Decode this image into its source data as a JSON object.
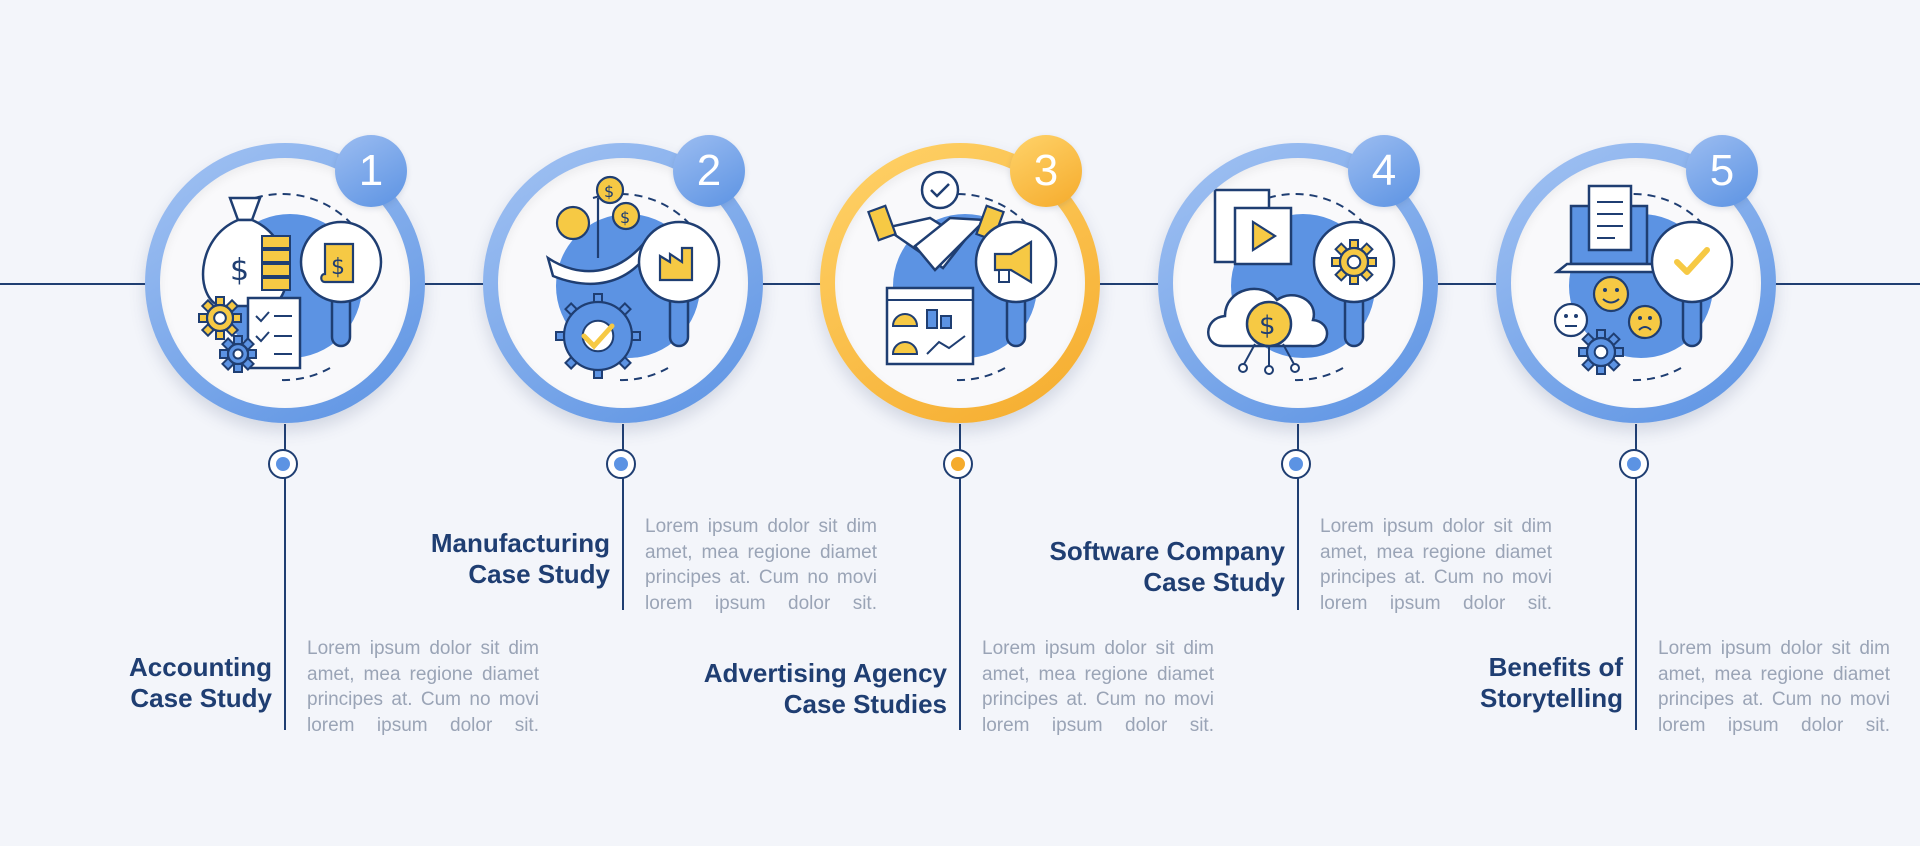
{
  "steps": [
    {
      "number": "1",
      "title_line1": "Accounting",
      "title_line2": "Case Study",
      "desc": [
        "Lorem ipsum dolor sit dim",
        "amet, mea regione diamet",
        "principes at. Cum no movi",
        "lorem ipsum dolor sit."
      ],
      "icon": "money-bag-report-icon"
    },
    {
      "number": "2",
      "title_line1": "Manufacturing",
      "title_line2": "Case Study",
      "desc": [
        "Lorem ipsum dolor sit dim",
        "amet, mea regione diamet",
        "principes at. Cum no movi",
        "lorem ipsum dolor sit."
      ],
      "icon": "money-plant-gear-factory-icon"
    },
    {
      "number": "3",
      "title_line1": "Advertising Agency",
      "title_line2": "Case Studies",
      "desc": [
        "Lorem ipsum dolor sit dim",
        "amet, mea regione diamet",
        "principes at. Cum no movi",
        "lorem ipsum dolor sit."
      ],
      "icon": "handshake-megaphone-dashboard-icon"
    },
    {
      "number": "4",
      "title_line1": "Software Company",
      "title_line2": "Case Study",
      "desc": [
        "Lorem ipsum dolor sit dim",
        "amet, mea regione diamet",
        "principes at. Cum no movi",
        "lorem ipsum dolor sit."
      ],
      "icon": "cloud-document-video-gear-icon"
    },
    {
      "number": "5",
      "title_line1": "Benefits of",
      "title_line2": "Storytelling",
      "desc": [
        "Lorem ipsum dolor sit dim",
        "amet, mea regione diamet",
        "principes at. Cum no movi",
        "lorem ipsum dolor sit."
      ],
      "icon": "laptop-feedback-faces-icon"
    }
  ],
  "colors": {
    "navy": "#1f3e72",
    "blue": "#5c93e3",
    "light_blue": "#a3c3f3",
    "yellow": "#f5ab2c",
    "icon_yellow": "#f6c944",
    "text_gray": "#9aa4b6",
    "background": "#f3f5fa"
  },
  "highlighted_step": "3"
}
